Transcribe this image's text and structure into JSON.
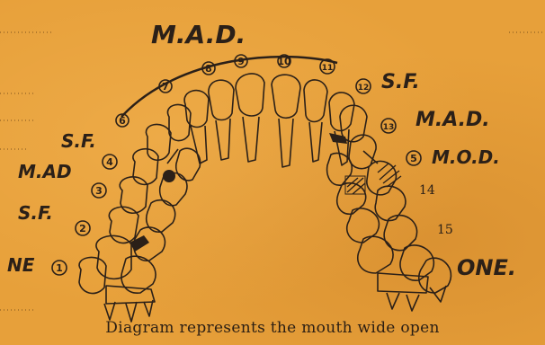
{
  "caption": "Diagram represents the mouth wide open",
  "labels": {
    "mad_top": "M.A.D.",
    "sf_upper_right": "S.F.",
    "mad_right": "M.A.D.",
    "mod_right": "M.O.D.",
    "n14": "14",
    "n15": "15",
    "one_right": "ONE.",
    "sf_upper_left": "S.F.",
    "mad_left": "M.AD",
    "sf_lower_left": "S.F.",
    "ne_left": "NE"
  },
  "circle_numbers": [
    "1",
    "2",
    "3",
    "4",
    "5",
    "6",
    "7",
    "8",
    "9",
    "10",
    "11",
    "12",
    "13"
  ],
  "colors": {
    "ink": "#2b2018",
    "paper": "#e7a03a"
  }
}
